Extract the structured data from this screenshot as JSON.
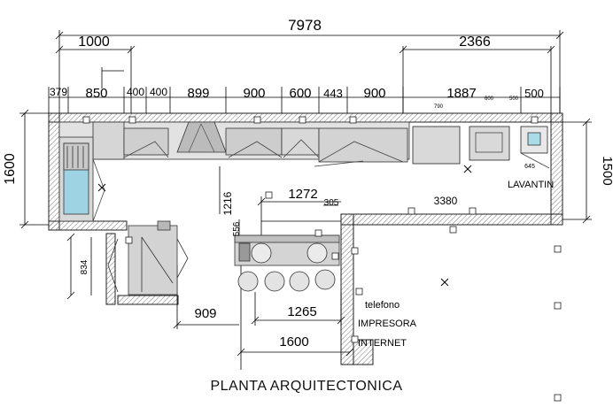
{
  "dims": {
    "overall": "7978",
    "left_run": "1000",
    "right_run": "2366",
    "seg_379": "379",
    "seg_850": "850",
    "seg_400a": "400",
    "seg_400b": "400",
    "seg_899": "899",
    "seg_900a": "900",
    "seg_600": "600",
    "seg_443": "443",
    "seg_900b": "900",
    "seg_1887": "1887",
    "seg_500": "500",
    "left_height": "1600",
    "right_height": "1500",
    "corridor": "1216",
    "island_top": "1272",
    "island_side": "305",
    "island_inner": "556",
    "island_width": "1265",
    "island_outer": "1600",
    "wall_run": "3380",
    "left_block": "909",
    "side_834": "834",
    "small_600": "600",
    "small_500": "500",
    "small_645": "645",
    "small_790": "790"
  },
  "labels": {
    "lavantin": "LAVANTIN",
    "telefono": "telefono",
    "impresora": "IMPRESORA",
    "internet": "INTERNET"
  },
  "title": "PLANTA ARQUITECTONICA"
}
